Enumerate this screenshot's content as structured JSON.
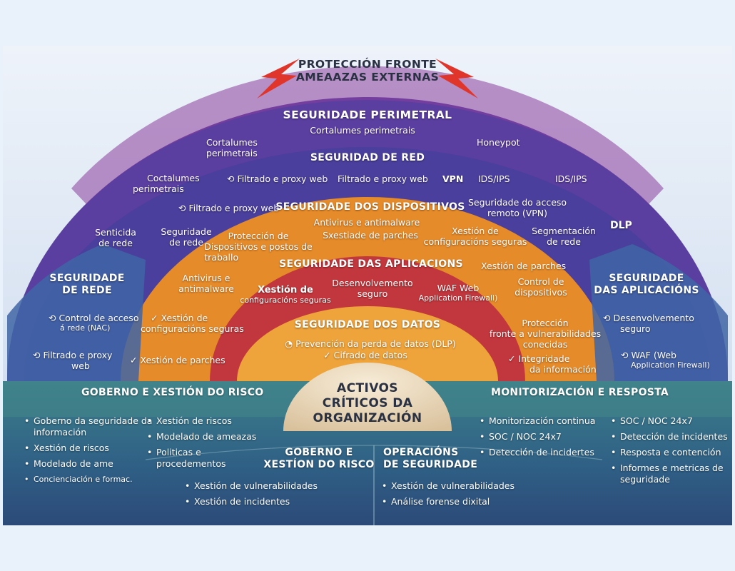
{
  "threat": {
    "line1": "PROTECCIÓN FRONTE",
    "line2": "AMEAAZAS EXTERNAS"
  },
  "perimetral": {
    "title": "SEGURIDADE PERIMETRAL",
    "top": "Cortalumes perimetrais",
    "left": [
      "Cortalumes",
      "perimetrais"
    ],
    "right": "Honeypot"
  },
  "red": {
    "title": "SEGURIDAD DE RED",
    "items": {
      "coctalumes": [
        "Coctalumes",
        "perimetrais"
      ],
      "filtrado1": "Filtrado e proxy web",
      "filtrado2": "Filtrado e proxy web",
      "vpn": "VPN",
      "ids1": "IDS/IPS",
      "ids2": "IDS/IPS",
      "filtrado3": "Filtrado e proxy web",
      "senticida": [
        "Senticida",
        "de rede"
      ],
      "segred": [
        "Seguridade",
        "de rede"
      ],
      "acceso": [
        "Seguridade do acceso",
        "remoto (VPN)"
      ],
      "segmentacion": [
        "Segmentación",
        "de rede"
      ],
      "dlp": "DLP"
    }
  },
  "dispositivos": {
    "title": "SEGURIDADE DOS DISPOSITIVOS",
    "items": {
      "antivirus1": "Antivirus e antimalware",
      "sxestion": "Sxestiade de parches",
      "proteccion": [
        "Protección de",
        "Dispositivos e postos de",
        "traballo"
      ],
      "xconfig": [
        "Xestión de",
        "configuracións seguras"
      ],
      "parches": "Xestión de parches",
      "control": [
        "Control de",
        "dispositivos"
      ],
      "antivirus2": [
        "Antivirus e",
        "antimalware"
      ]
    }
  },
  "aplicacions_band": {
    "title": "SEGURIDADE DAS APLICACIONS",
    "items": {
      "xestion": [
        "Xestión de",
        "configuracións seguras"
      ],
      "desenv": [
        "Desenvolvemento",
        "seguro"
      ],
      "waf": [
        "WAF Web",
        "Application Firewall)"
      ]
    }
  },
  "datos": {
    "title": "SEGURIDADE DOS DATOS",
    "items": {
      "dlp": "Prevención da perda de datos (DLP)",
      "cifrado": "Cifrado de datos",
      "xconfig": [
        "Xestión de",
        "configuracións seguras"
      ],
      "parches": "Xestión de parches",
      "proteccion": [
        "Protección",
        "fronte a vulnerabilidades",
        "conecidas"
      ],
      "integridade": [
        "Integridade",
        "da información"
      ]
    }
  },
  "side_left": {
    "title": [
      "SEGURIDADE",
      "DE REDE"
    ],
    "items": [
      [
        "Control de acceso",
        "á rede (NAC)"
      ],
      [
        "Filtrado e proxy",
        "web"
      ]
    ]
  },
  "side_right": {
    "title": [
      "SEGURIDADE",
      "DAS APLICACIÓNS"
    ],
    "items": [
      [
        "Desenvolvemento",
        "seguro"
      ],
      [
        "WAF (Web",
        "Application Firewall)"
      ]
    ]
  },
  "core": {
    "lines": [
      "ACTIVOS",
      "CRÍTICOS DA",
      "ORGANIZACIÓN"
    ]
  },
  "gobierno": {
    "title": "GOBERNO E XESTIÓN DO RISCO",
    "col1": [
      "Goberno da seguridade da información",
      "Xestión de riscos",
      "Modelado de ame",
      "Concienciación e formac."
    ],
    "col2": [
      "Xestión de riscos",
      "Modelado de ameazas",
      "Politicas e procedementos"
    ],
    "sub_title": [
      "GOBERNO E",
      "XESTÍON DO RISCO"
    ],
    "sub_items": [
      "Xestión de vulnerabilidades",
      "Xestión de incidentes"
    ]
  },
  "monitorizacion": {
    "title": "MONITORIZACIÓN E RESPOSTA",
    "col1": [
      "Monitorización continua",
      "SOC / NOC 24x7",
      "Detección de incidertes"
    ],
    "col2": [
      "SOC / NOC 24x7",
      "Detección de incidentes",
      "Resposta e contención",
      "Informes e metricas de seguridade"
    ],
    "sub_title": [
      "OPERACIÓNS",
      "DE SEGURIDADE"
    ],
    "sub_items": [
      "Xestión de vulnerabilidades",
      "Análise forense dixital"
    ]
  }
}
